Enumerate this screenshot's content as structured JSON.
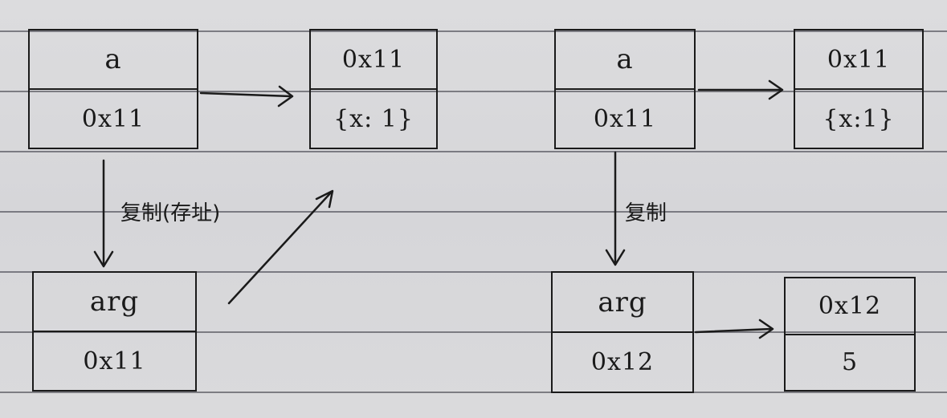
{
  "left": {
    "var_a": {
      "name": "a",
      "address": "0x11"
    },
    "heap_obj": {
      "address": "0x11",
      "value": "{x: 1}"
    },
    "param_arg": {
      "name": "arg",
      "address": "0x11"
    },
    "copy_label": "复制(存址)"
  },
  "right": {
    "var_a": {
      "name": "a",
      "address": "0x11"
    },
    "heap_obj": {
      "address": "0x11",
      "value": "{x:1}"
    },
    "param_arg": {
      "name": "arg",
      "address": "0x12"
    },
    "new_obj": {
      "address": "0x12",
      "value": "5"
    },
    "copy_label": "复制"
  }
}
